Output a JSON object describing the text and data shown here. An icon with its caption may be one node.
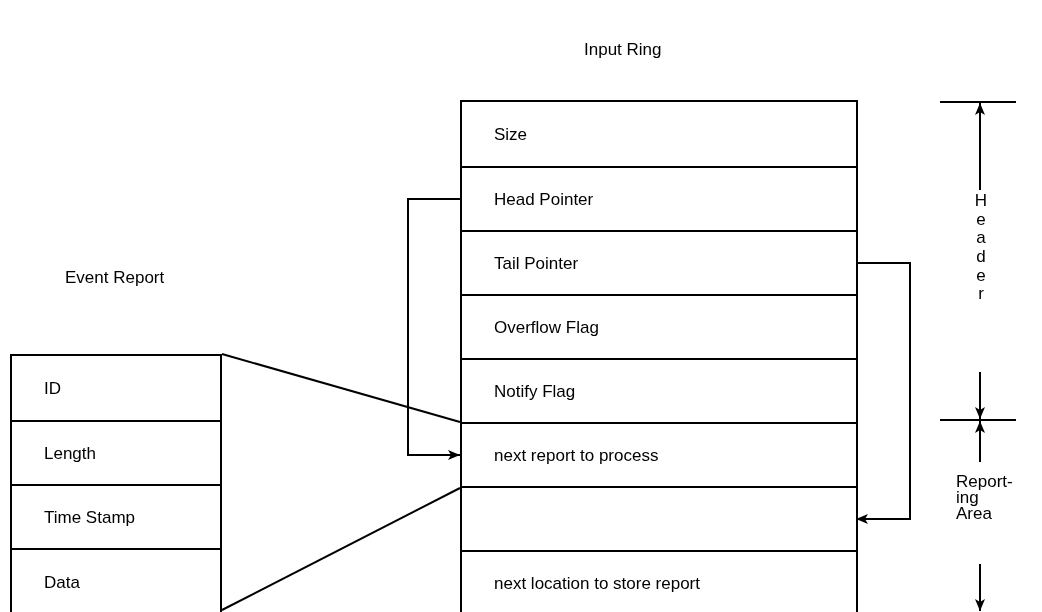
{
  "diagram": {
    "nodes": [
      {
        "text": [
          "Event Report"
        ]
      },
      {
        "text": [
          "ID"
        ],
        "in": 0
      },
      {
        "text": [
          "Length"
        ],
        "in": 0
      },
      {
        "text": [
          "Time Stamp"
        ],
        "in": 0
      },
      {
        "text": [
          "Data"
        ],
        "in": 0
      },
      {
        "text": [
          "Input Ring"
        ]
      },
      {
        "text": [
          "Size"
        ],
        "in": 5
      },
      {
        "text": [
          "Head Pointer"
        ],
        "in": 5
      },
      {
        "text": [
          "Tail Pointer"
        ],
        "in": 5
      },
      {
        "text": [
          "Overflow Flag"
        ],
        "in": 5
      },
      {
        "text": [
          "Notify Flag"
        ],
        "in": 5
      },
      {
        "text": [
          "next report to process"
        ],
        "in": 5
      },
      {
        "text": [],
        "shape": "box",
        "in": 5
      },
      {
        "text": [
          "next location to store report"
        ],
        "in": 5
      }
    ],
    "edges": [
      {
        "from": 7,
        "to": 11,
        "arrow": "to"
      },
      {
        "from": 8,
        "to": 12,
        "arrow": "to"
      },
      {
        "from": 0,
        "to": 11,
        "arrow": "none"
      },
      {
        "from": 0,
        "to": 11,
        "arrow": "none"
      }
    ],
    "labels": [
      "Header",
      "Report-ing Area"
    ]
  }
}
